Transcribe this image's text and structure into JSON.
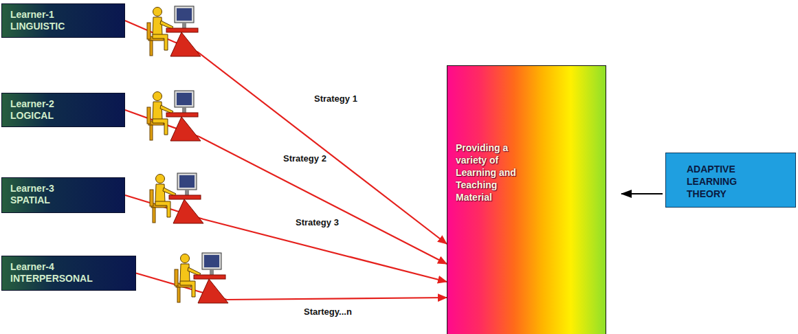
{
  "diagram": {
    "nodes": [
      {
        "text": [
          "Learner-1",
          "LINGUISTIC"
        ]
      },
      {
        "text": [
          "Learner-2",
          "LOGICAL"
        ]
      },
      {
        "text": [
          "Learner-3",
          "SPATIAL"
        ]
      },
      {
        "text": [
          "Learner-4",
          "INTERPERSONAL"
        ]
      },
      {
        "text": [
          "Providing a variety of Learning and Teaching Material"
        ]
      },
      {
        "text": [
          "ADAPTIVE LEARNING THEORY"
        ]
      }
    ],
    "edges": [
      {
        "from": 0,
        "to": 4,
        "label": "Strategy 1",
        "arrow": "to"
      },
      {
        "from": 1,
        "to": 4,
        "label": "Strategy 2",
        "arrow": "to"
      },
      {
        "from": 2,
        "to": 4,
        "label": "Strategy 3",
        "arrow": "to"
      },
      {
        "from": 3,
        "to": 4,
        "label": "Startegy...n",
        "arrow": "to"
      },
      {
        "from": 5,
        "to": 4,
        "arrow": "to"
      }
    ]
  }
}
